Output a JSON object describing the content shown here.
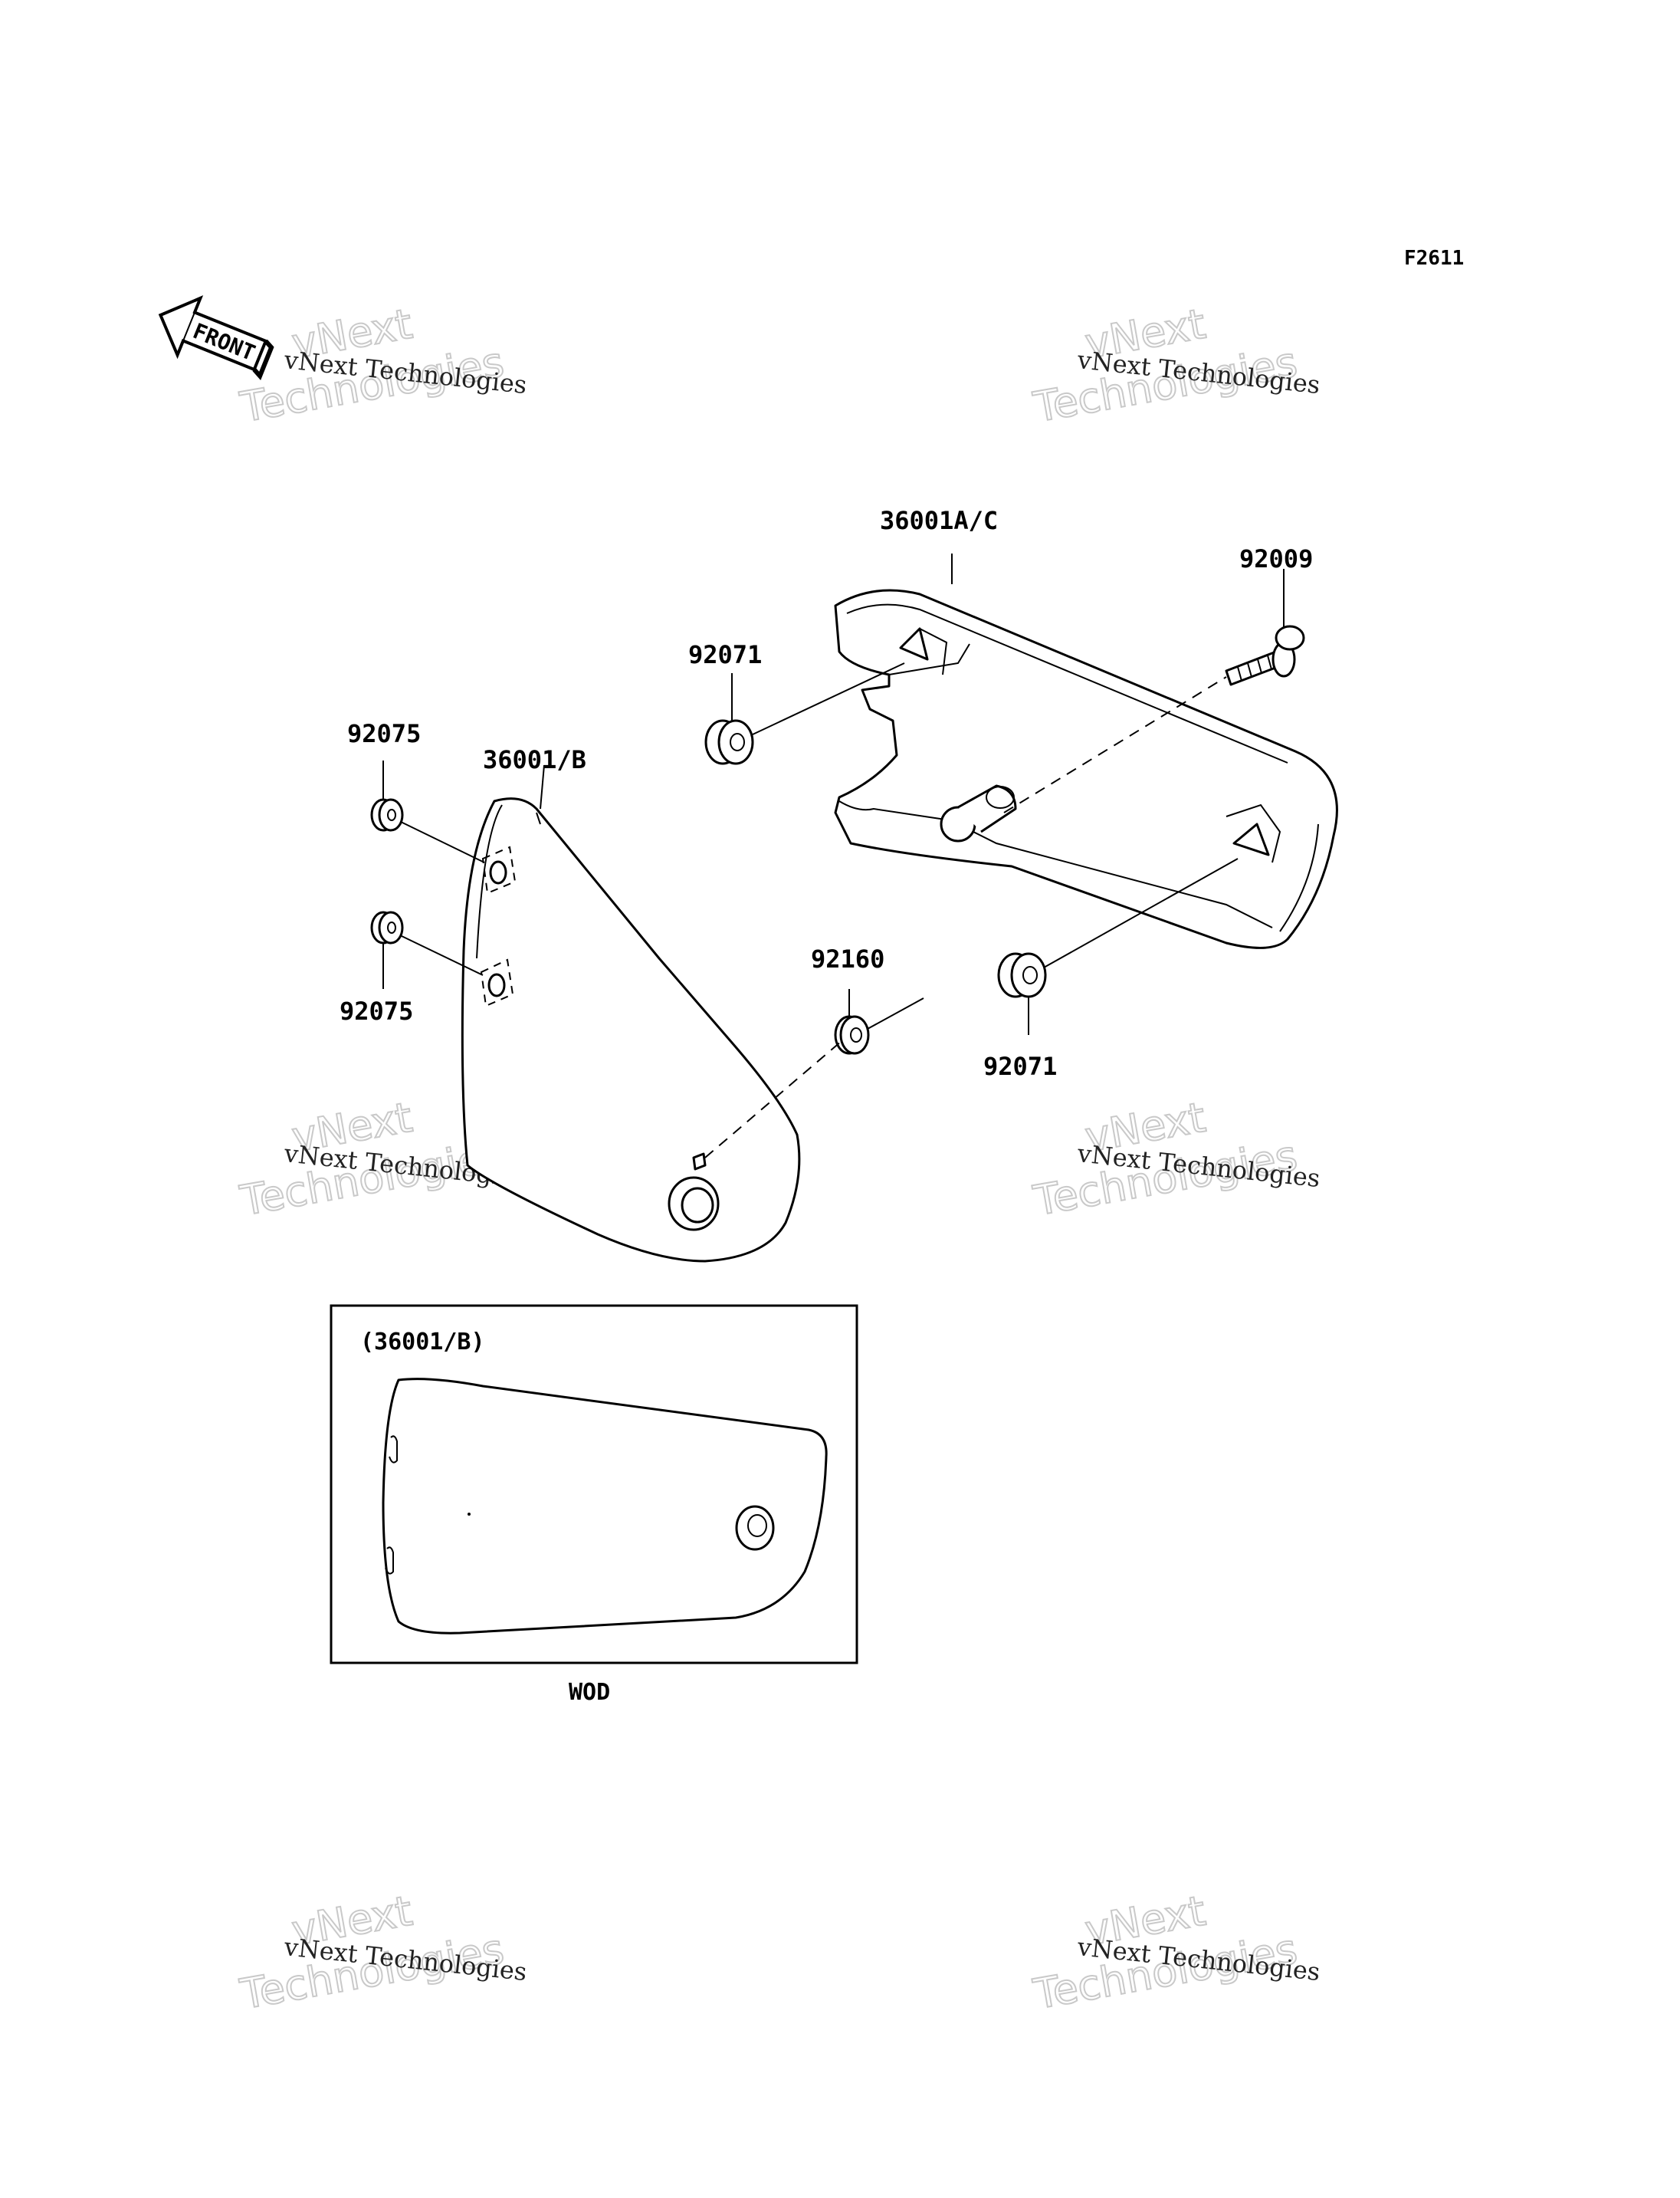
{
  "figure_code": "F2611",
  "front_arrow_label": "FRONT",
  "watermark": {
    "big_line1": "vNext",
    "big_line2": "Technologies",
    "small": "vNext Technologies"
  },
  "callouts": {
    "cover_right": "36001A/C",
    "bolt": "92009",
    "grommet_upper_right": "92071",
    "grommet_lower_right": "92071",
    "cover_left": "36001/B",
    "grommet_left_upper": "92075",
    "grommet_left_lower": "92075",
    "washer": "92160"
  },
  "inset": {
    "label": "(36001/B)",
    "caption": "WOD"
  }
}
